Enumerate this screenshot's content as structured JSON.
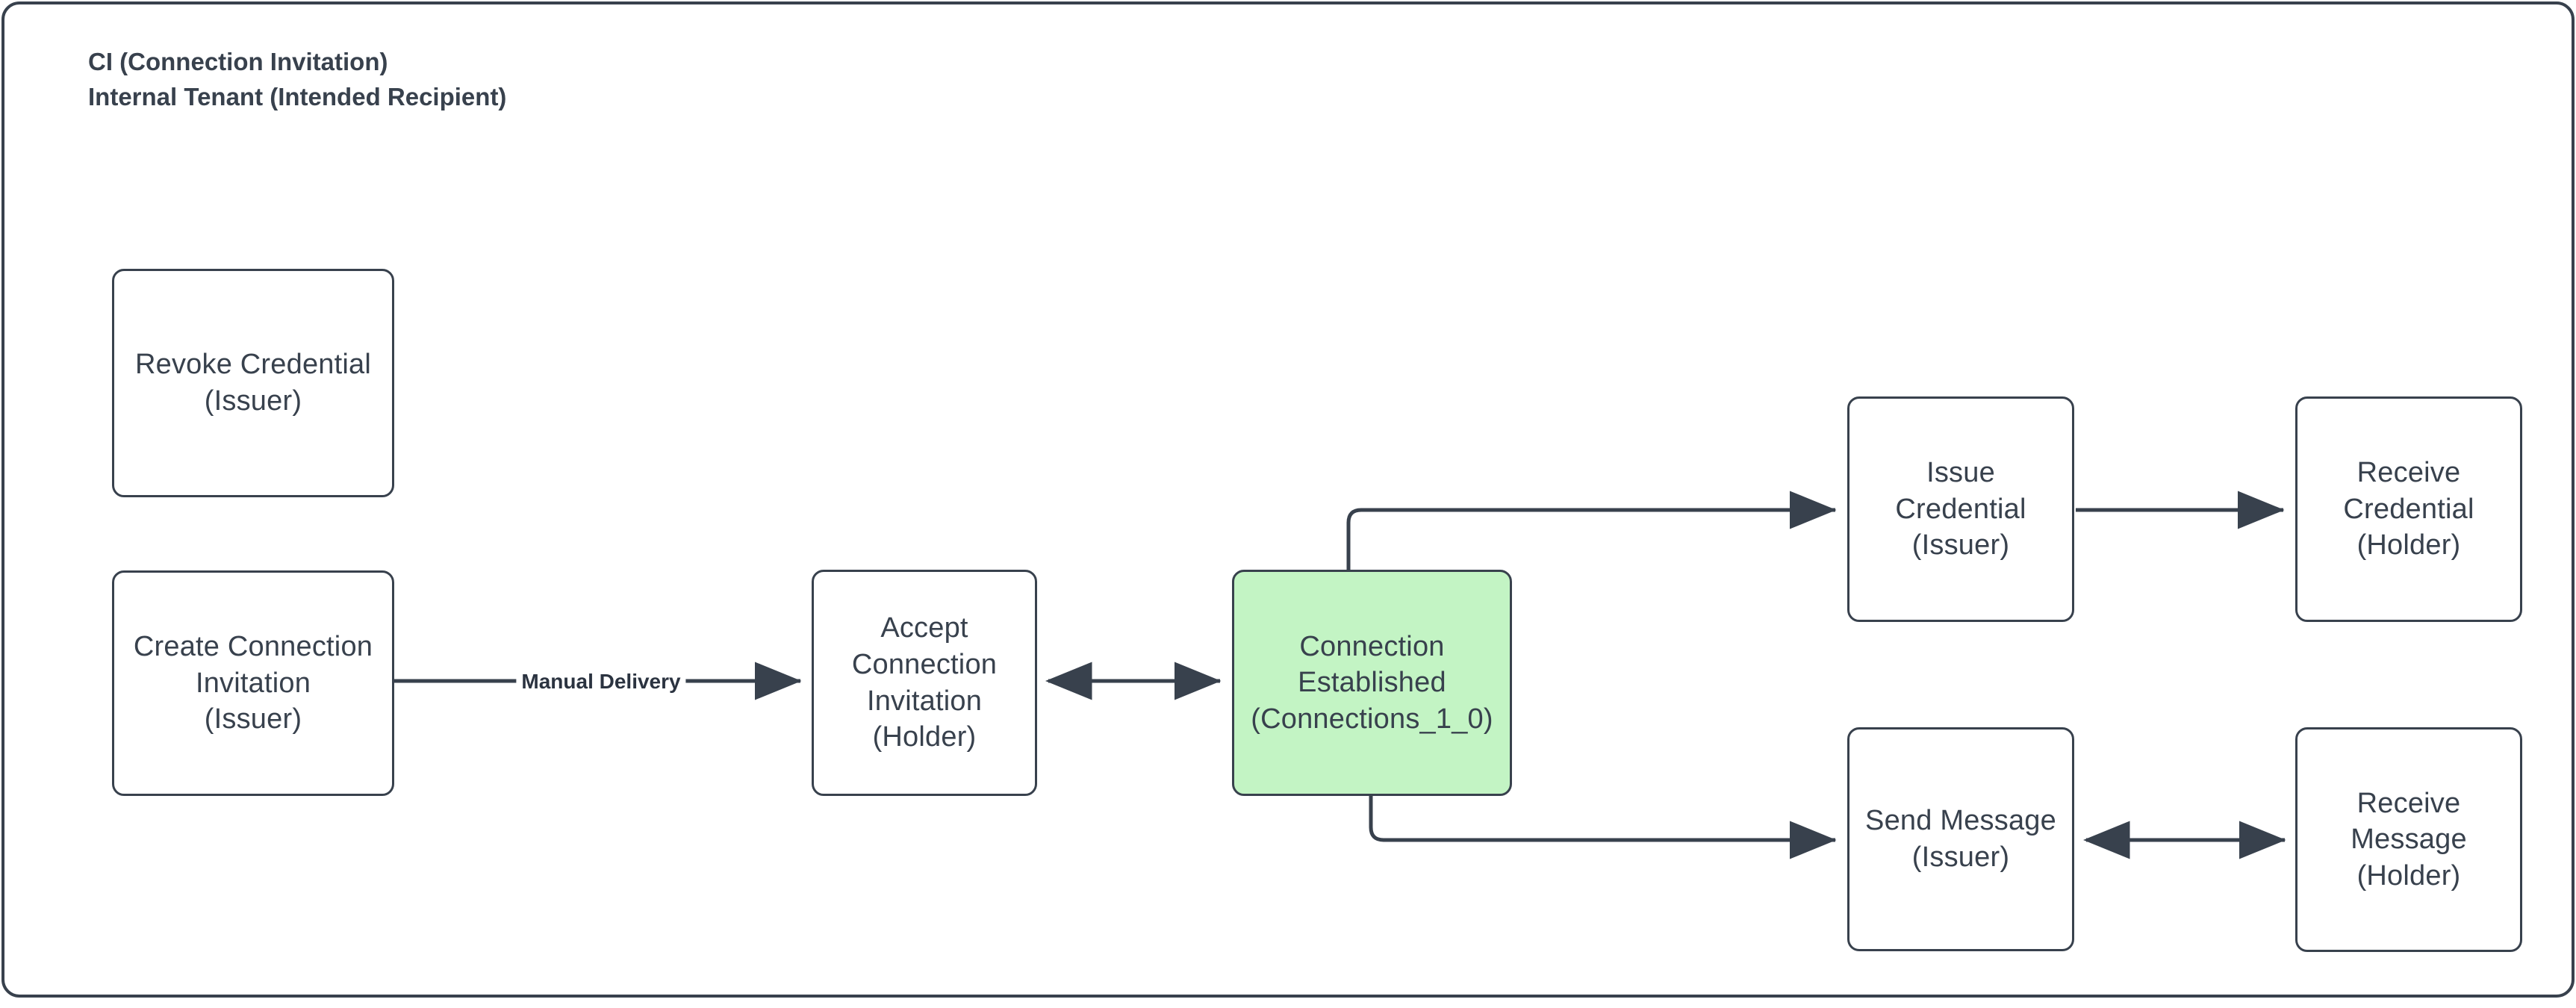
{
  "diagram": {
    "title": "CI (Connection Invitation)\nInternal Tenant (Intended Recipient)",
    "title_line1": "CI (Connection Invitation)",
    "title_line2": "Internal Tenant (Intended Recipient)",
    "container_border_color": "#38414d",
    "background_color": "#ffffff",
    "accent_green": "#c3f4c4",
    "line_color": "#38414d",
    "nodes": [
      {
        "id": "revoke-credential",
        "label": "Revoke Credential\n(Issuer)",
        "role": "Issuer",
        "fill": "#ffffff"
      },
      {
        "id": "create-connection-invitation",
        "label": "Create Connection\nInvitation\n(Issuer)",
        "role": "Issuer",
        "fill": "#ffffff"
      },
      {
        "id": "accept-connection-invitation",
        "label": "Accept\nConnection\nInvitation\n(Holder)",
        "role": "Holder",
        "fill": "#ffffff"
      },
      {
        "id": "connection-established",
        "label": "Connection\nEstablished\n(Connections_1_0)",
        "role": "state",
        "fill": "#c3f4c4"
      },
      {
        "id": "issue-credential",
        "label": "Issue\nCredential\n(Issuer)",
        "role": "Issuer",
        "fill": "#ffffff"
      },
      {
        "id": "receive-credential",
        "label": "Receive\nCredential\n(Holder)",
        "role": "Holder",
        "fill": "#ffffff"
      },
      {
        "id": "send-message",
        "label": "Send Message\n(Issuer)",
        "role": "Issuer",
        "fill": "#ffffff"
      },
      {
        "id": "receive-message",
        "label": "Receive\nMessage\n(Holder)",
        "role": "Holder",
        "fill": "#ffffff"
      }
    ],
    "edges": [
      {
        "id": "create-to-accept",
        "from": "create-connection-invitation",
        "to": "accept-connection-invitation",
        "label": "Manual Delivery",
        "direction": "forward"
      },
      {
        "id": "accept-to-established",
        "from": "accept-connection-invitation",
        "to": "connection-established",
        "label": "",
        "direction": "bidirectional"
      },
      {
        "id": "established-to-issue",
        "from": "connection-established",
        "to": "issue-credential",
        "label": "",
        "direction": "forward"
      },
      {
        "id": "issue-to-receive-credential",
        "from": "issue-credential",
        "to": "receive-credential",
        "label": "",
        "direction": "forward"
      },
      {
        "id": "established-to-send-message",
        "from": "connection-established",
        "to": "send-message",
        "label": "",
        "direction": "forward"
      },
      {
        "id": "send-to-receive-message",
        "from": "send-message",
        "to": "receive-message",
        "label": "",
        "direction": "bidirectional"
      }
    ]
  }
}
